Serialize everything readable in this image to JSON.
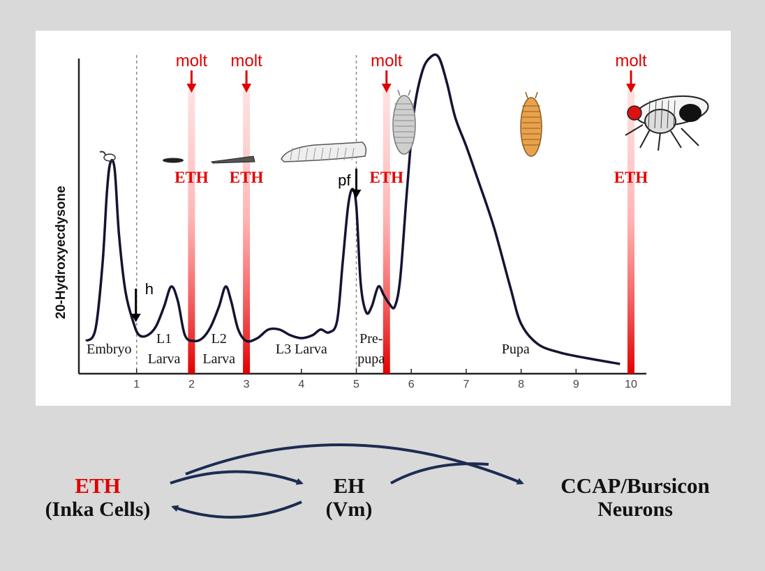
{
  "chart_data": {
    "type": "line",
    "ylabel": "20-Hydroxyecdysone",
    "xlim": [
      0,
      10.2
    ],
    "x_ticks": [
      "1",
      "2",
      "3",
      "4",
      "5",
      "6",
      "7",
      "8",
      "9",
      "10"
    ],
    "series": [
      {
        "values": [
          [
            0.08,
            0.08
          ],
          [
            0.25,
            0.12
          ],
          [
            0.38,
            0.35
          ],
          [
            0.46,
            0.6
          ],
          [
            0.52,
            0.7
          ],
          [
            0.6,
            0.68
          ],
          [
            0.68,
            0.45
          ],
          [
            0.8,
            0.25
          ],
          [
            0.95,
            0.14
          ],
          [
            1.05,
            0.1
          ],
          [
            1.2,
            0.1
          ],
          [
            1.35,
            0.13
          ],
          [
            1.5,
            0.2
          ],
          [
            1.63,
            0.27
          ],
          [
            1.75,
            0.22
          ],
          [
            1.88,
            0.1
          ],
          [
            2.05,
            0.08
          ],
          [
            2.2,
            0.09
          ],
          [
            2.35,
            0.13
          ],
          [
            2.5,
            0.2
          ],
          [
            2.62,
            0.27
          ],
          [
            2.72,
            0.22
          ],
          [
            2.85,
            0.12
          ],
          [
            3.0,
            0.08
          ],
          [
            3.2,
            0.09
          ],
          [
            3.4,
            0.12
          ],
          [
            3.6,
            0.12
          ],
          [
            3.8,
            0.1
          ],
          [
            4.0,
            0.09
          ],
          [
            4.2,
            0.1
          ],
          [
            4.35,
            0.12
          ],
          [
            4.5,
            0.11
          ],
          [
            4.65,
            0.15
          ],
          [
            4.75,
            0.35
          ],
          [
            4.85,
            0.55
          ],
          [
            4.93,
            0.61
          ],
          [
            5.0,
            0.55
          ],
          [
            5.08,
            0.28
          ],
          [
            5.18,
            0.18
          ],
          [
            5.28,
            0.2
          ],
          [
            5.4,
            0.27
          ],
          [
            5.5,
            0.24
          ],
          [
            5.6,
            0.21
          ],
          [
            5.7,
            0.2
          ],
          [
            5.8,
            0.3
          ],
          [
            5.92,
            0.6
          ],
          [
            6.05,
            0.88
          ],
          [
            6.2,
            1.02
          ],
          [
            6.35,
            1.07
          ],
          [
            6.5,
            1.07
          ],
          [
            6.65,
            0.98
          ],
          [
            6.8,
            0.86
          ],
          [
            7.0,
            0.76
          ],
          [
            7.2,
            0.65
          ],
          [
            7.5,
            0.48
          ],
          [
            7.8,
            0.27
          ],
          [
            8.0,
            0.14
          ],
          [
            8.3,
            0.07
          ],
          [
            8.7,
            0.04
          ],
          [
            9.2,
            0.02
          ],
          [
            9.8,
            0.0
          ]
        ]
      }
    ],
    "stage_boundaries": [
      1,
      5
    ],
    "stage_labels": [
      {
        "lines": [
          "Embryo"
        ],
        "x": 0.5
      },
      {
        "lines": [
          "L1",
          "Larva"
        ],
        "x": 1.5
      },
      {
        "lines": [
          "L2",
          "Larva"
        ],
        "x": 2.5
      },
      {
        "lines": [
          "L3 Larva"
        ],
        "x": 4.0
      },
      {
        "lines": [
          "Pre-",
          "pupa"
        ],
        "x": 5.27
      },
      {
        "lines": [
          "Pupa"
        ],
        "x": 7.9
      }
    ],
    "molt_events": [
      2,
      3,
      5.55,
      10
    ],
    "molt_label": "molt",
    "eth_label": "ETH",
    "markers": [
      {
        "label": "h",
        "x": 1.0
      },
      {
        "label": "pf",
        "x": 5.0
      }
    ]
  },
  "pathway": {
    "eth_node": {
      "title": "ETH",
      "subtitle": "(Inka Cells)"
    },
    "eh_node": {
      "title": "EH",
      "subtitle": "(Vm)"
    },
    "ccap_node": {
      "title": "CCAP/Bursicon",
      "subtitle": "Neurons"
    }
  },
  "colors": {
    "curve": "#141432",
    "molt_red": "#e00000",
    "arrow_navy": "#1c2c52",
    "background": "#d9d9d9"
  }
}
